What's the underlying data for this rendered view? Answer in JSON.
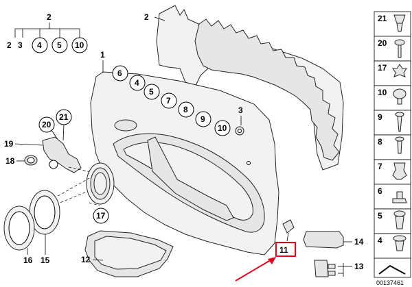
{
  "callouts": {
    "c2_top": "2",
    "c2_sub_a": "2",
    "c3_sub": "3",
    "c4_sub": "4",
    "c5_sub": "5",
    "c10_sub": "10",
    "c2_carrier": "2",
    "c1": "1",
    "c6": "6",
    "c4": "4",
    "c5": "5",
    "c7": "7",
    "c8": "8",
    "c9": "9",
    "c10": "10",
    "c3": "3",
    "c21": "21",
    "c20": "20",
    "c19": "19",
    "c18": "18",
    "c17": "17",
    "c16": "16",
    "c15": "15",
    "c12": "12",
    "c11": "11",
    "c14": "14",
    "c13": "13"
  },
  "side_panel": {
    "items": [
      "21",
      "20",
      "17",
      "10",
      "9",
      "8",
      "7",
      "6",
      "5",
      "4"
    ]
  },
  "footer": {
    "image_code": "00137461"
  },
  "colors": {
    "highlight": "#e3001b",
    "arrow": "#e3001b"
  }
}
